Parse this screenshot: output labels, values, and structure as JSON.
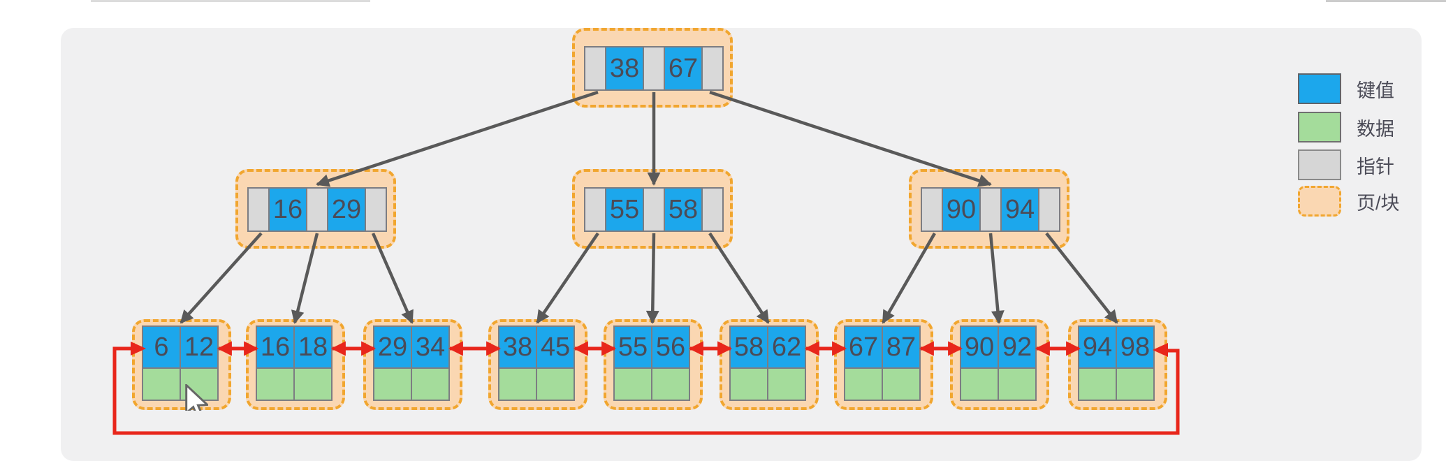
{
  "colors": {
    "key_blue": "#1CA7EC",
    "data_green": "#A4DC9B",
    "pointer_gray": "#D9D9D9",
    "page_fill": "#FAD7B2",
    "page_border": "#F1A62F",
    "link_red": "#E8261B",
    "arrow_dark": "#595959",
    "panel_bg": "#F0F0F1",
    "cell_border": "#7D7D82",
    "text_dark": "#4B4B57"
  },
  "legend": {
    "items": [
      {
        "id": "key",
        "label": "键值"
      },
      {
        "id": "data",
        "label": "数据"
      },
      {
        "id": "pointer",
        "label": "指针"
      },
      {
        "id": "page",
        "label": "页/块"
      }
    ]
  },
  "tree": {
    "root": {
      "keys": [
        "38",
        "67"
      ]
    },
    "internal_nodes": [
      {
        "keys": [
          "16",
          "29"
        ]
      },
      {
        "keys": [
          "55",
          "58"
        ]
      },
      {
        "keys": [
          "90",
          "94"
        ]
      }
    ],
    "leaf_nodes": [
      {
        "keys": [
          "6",
          "12"
        ]
      },
      {
        "keys": [
          "16",
          "18"
        ]
      },
      {
        "keys": [
          "29",
          "34"
        ]
      },
      {
        "keys": [
          "38",
          "45"
        ]
      },
      {
        "keys": [
          "55",
          "56"
        ]
      },
      {
        "keys": [
          "58",
          "62"
        ]
      },
      {
        "keys": [
          "67",
          "87"
        ]
      },
      {
        "keys": [
          "90",
          "92"
        ]
      },
      {
        "keys": [
          "94",
          "98"
        ]
      }
    ],
    "edges": [
      {
        "from": "root",
        "pointer": 0,
        "to": "internal0"
      },
      {
        "from": "root",
        "pointer": 1,
        "to": "internal1"
      },
      {
        "from": "root",
        "pointer": 2,
        "to": "internal2"
      },
      {
        "from": "internal0",
        "pointer": 0,
        "to": "leaf0"
      },
      {
        "from": "internal0",
        "pointer": 1,
        "to": "leaf1"
      },
      {
        "from": "internal0",
        "pointer": 2,
        "to": "leaf2"
      },
      {
        "from": "internal1",
        "pointer": 0,
        "to": "leaf3"
      },
      {
        "from": "internal1",
        "pointer": 1,
        "to": "leaf4"
      },
      {
        "from": "internal1",
        "pointer": 2,
        "to": "leaf5"
      },
      {
        "from": "internal2",
        "pointer": 0,
        "to": "leaf6"
      },
      {
        "from": "internal2",
        "pointer": 1,
        "to": "leaf7"
      },
      {
        "from": "intern2",
        "pointer": -1,
        "to": "unused"
      }
    ],
    "last_edge_fix": {
      "from": "internal2",
      "pointer": 2,
      "to": "leaf8"
    },
    "leaf_chain": {
      "bidirectional": true,
      "circular_wrap": true
    }
  }
}
